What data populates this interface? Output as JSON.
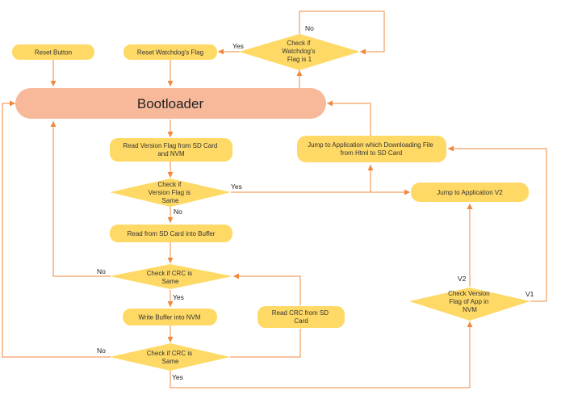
{
  "colors": {
    "box_fill": "#FFD966",
    "bootloader_fill": "#F8B99A",
    "arrow": "#F0883E",
    "text": "#333333"
  },
  "nodes": {
    "reset_button": "Reset Button",
    "reset_watchdog": "Reset Watchdog's Flag",
    "check_watchdog": [
      "Check if",
      "Watchdog's",
      "Flag is 1"
    ],
    "bootloader": "Bootloader",
    "read_version": [
      "Read Version Flag from SD Card",
      "and NVM"
    ],
    "jump_download": [
      "Jump to Application which Downloading File",
      "from Html to SD Card"
    ],
    "check_version": [
      "Check if",
      "Version Flag is",
      "Same"
    ],
    "jump_v2": "Jump to Application V2",
    "read_sd_buffer": "Read from SD Card into Buffer",
    "check_crc_1": [
      "Check if CRC is",
      "Same"
    ],
    "write_buffer": "Write Buffer into NVM",
    "read_crc": [
      "Read CRC from SD",
      "Card"
    ],
    "check_version_app": [
      "Check Version",
      "Flag of App in",
      "NVM"
    ],
    "check_crc_2": [
      "Check if CRC is",
      "Same"
    ]
  },
  "edge_labels": {
    "watchdog_no": "No",
    "watchdog_yes": "Yes",
    "version_yes": "Yes",
    "version_no": "No",
    "crc1_no": "No",
    "crc1_yes": "Yes",
    "crc2_no": "No",
    "crc2_yes": "Yes",
    "v1": "V1",
    "v2": "V2"
  }
}
